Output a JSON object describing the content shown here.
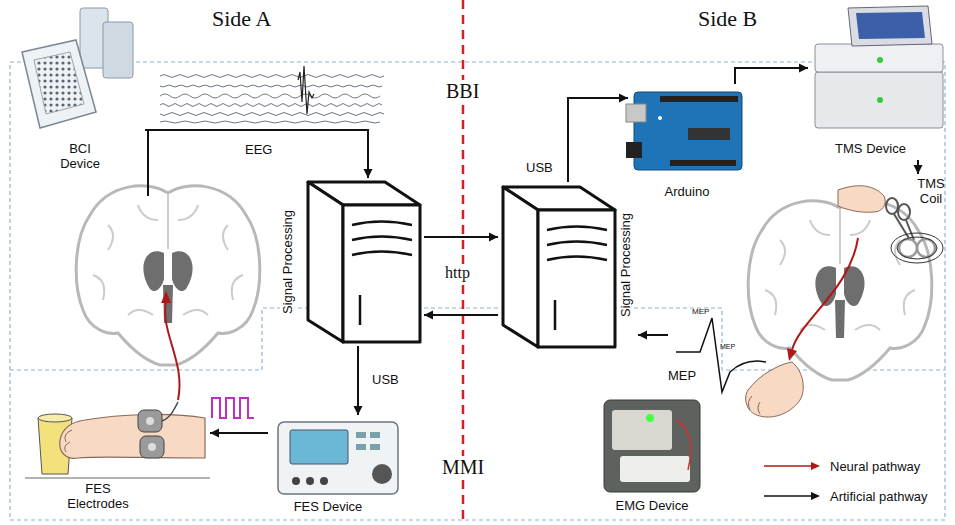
{
  "diagram": {
    "nodes": [
      {
        "text": [
          "BCI Device"
        ]
      },
      {
        "text": [
          "Signal Processing"
        ]
      },
      {
        "text": [
          "Signal Processing"
        ]
      },
      {
        "text": [
          "Arduino"
        ]
      },
      {
        "text": [
          "TMS Device"
        ]
      },
      {
        "text": [
          "TMS Coil"
        ]
      },
      {
        "text": [
          "MEP"
        ]
      },
      {
        "text": [
          "EMG Device"
        ]
      },
      {
        "text": [
          "FES Device"
        ]
      },
      {
        "text": [
          "FES Electrodes"
        ]
      }
    ],
    "edges": [
      {
        "from": 0,
        "to": 1,
        "arrow": "to"
      },
      {
        "from": 1,
        "to": 2,
        "arrow": "to"
      },
      {
        "from": 2,
        "to": 1,
        "arrow": "to"
      },
      {
        "from": 2,
        "to": 3,
        "arrow": "to"
      },
      {
        "from": 3,
        "to": 4,
        "arrow": "to"
      },
      {
        "from": 4,
        "to": 5,
        "arrow": "to"
      },
      {
        "from": 6,
        "to": 2,
        "arrow": "to"
      },
      {
        "from": 1,
        "to": 8,
        "arrow": "to"
      },
      {
        "from": 8,
        "to": 9,
        "arrow": "to"
      }
    ],
    "labels": [
      "Side A",
      "Side B",
      "BBI",
      "MMI",
      "EEG",
      "http",
      "USB",
      "USB",
      "MEP",
      "MEP"
    ],
    "legend": [
      {
        "text": "Neural pathway"
      },
      {
        "text": "Artificial pathway"
      }
    ]
  }
}
